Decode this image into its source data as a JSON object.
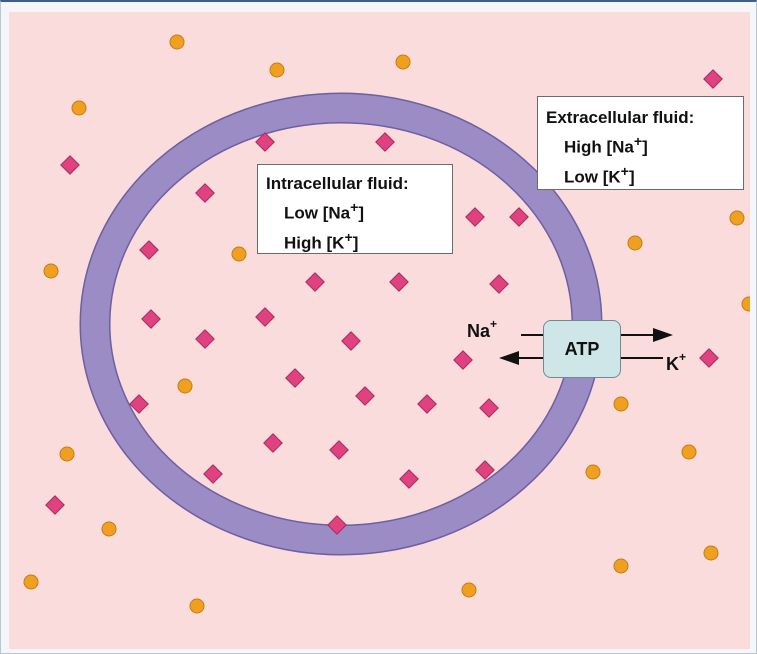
{
  "intracellular": {
    "title": "Intracellular fluid:",
    "line1_pre": "Low [Na",
    "line1_sup": "+",
    "line1_post": "]",
    "line2_pre": "High [K",
    "line2_sup": "+",
    "line2_post": "]"
  },
  "extracellular": {
    "title": "Extracellular fluid:",
    "line1_pre": "High [Na",
    "line1_sup": "+",
    "line1_post": "]",
    "line2_pre": "Low [K",
    "line2_sup": "+",
    "line2_post": "]"
  },
  "pump": {
    "label": "ATP",
    "na_label": "Na",
    "na_sup": "+",
    "k_label": "K",
    "k_sup": "+"
  },
  "colors": {
    "background": "#fadcdc",
    "membrane": "#9b8cc6",
    "membrane_edge": "#6d5fa0",
    "sodium_ion": "#e0417f",
    "potassium_ion": "#f0a020",
    "pump": "#cfe6e8"
  }
}
